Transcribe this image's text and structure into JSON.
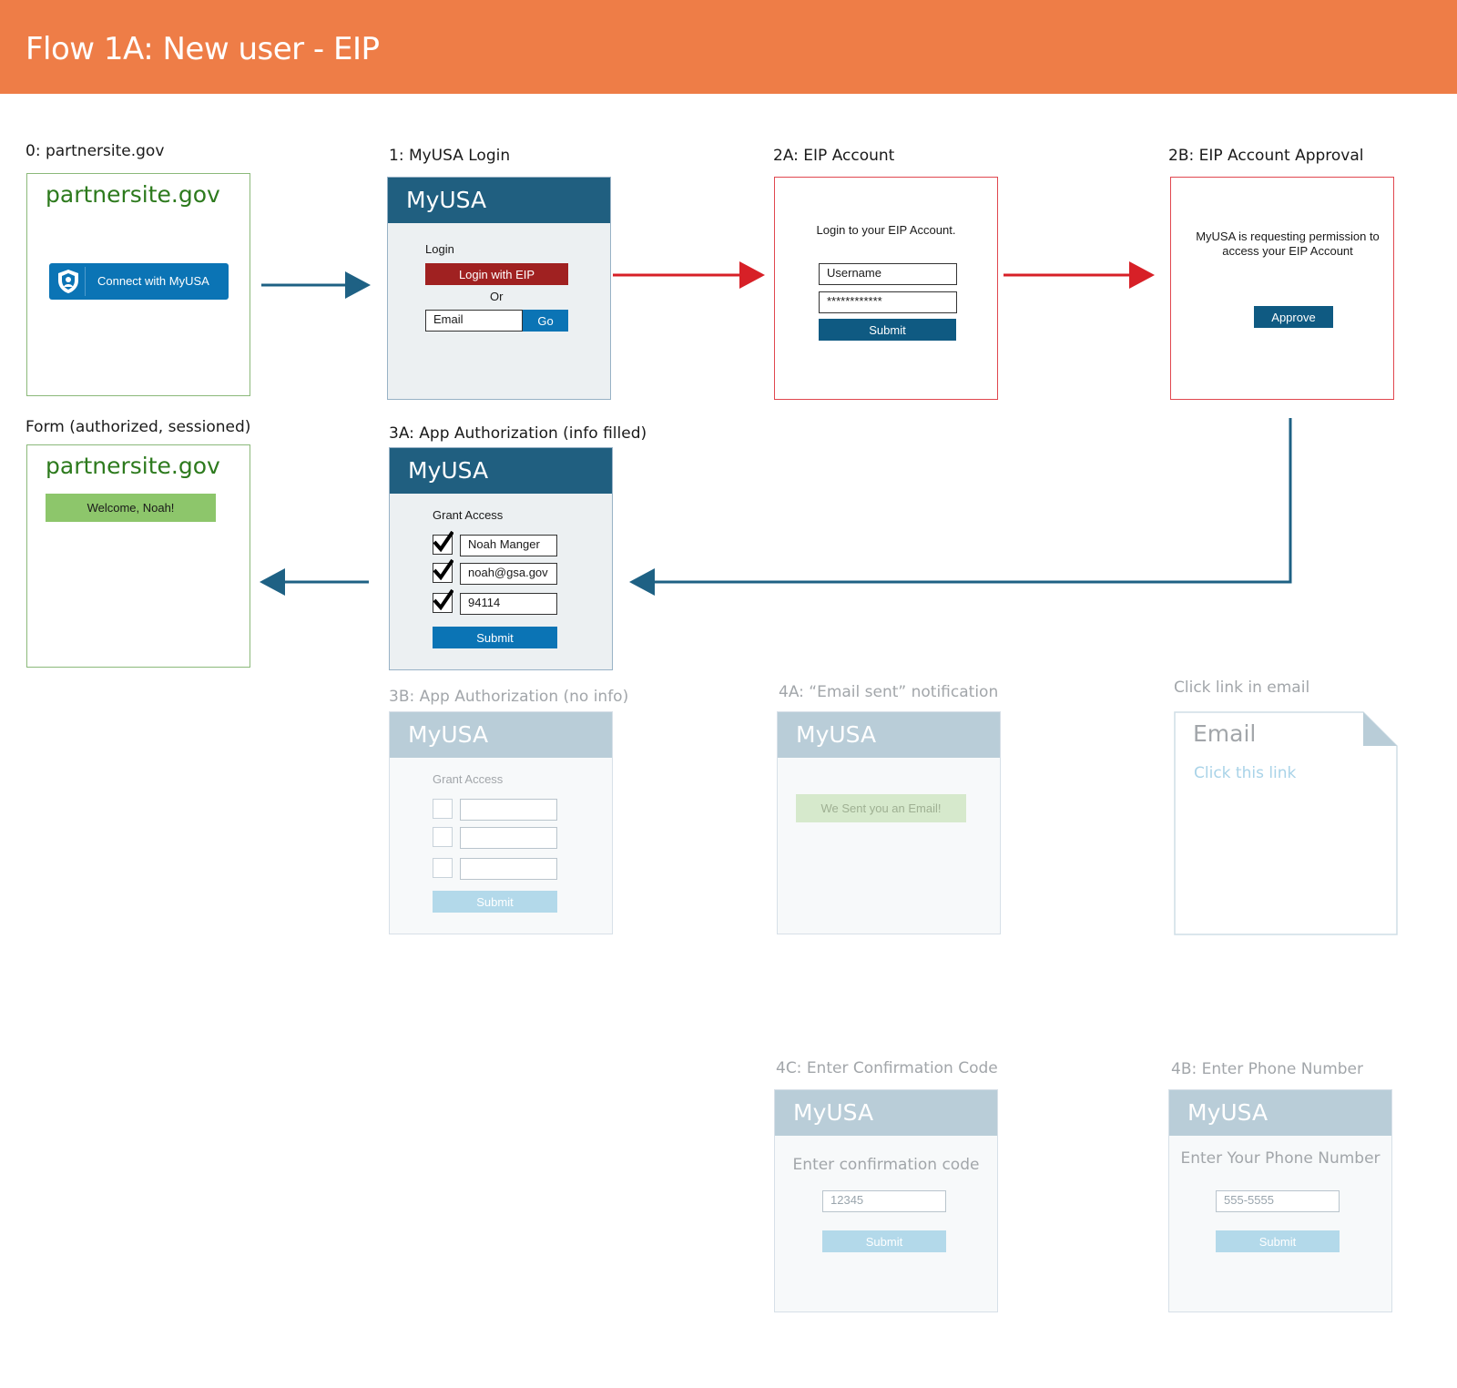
{
  "header": {
    "title": "Flow 1A: New user - EIP"
  },
  "colors": {
    "header_bg": "#ee7d47",
    "myusa_bar": "#205f80",
    "arrow_blue": "#1e6184",
    "arrow_red": "#d72027",
    "partner_green": "#2d7a1d"
  },
  "steps": {
    "s0": {
      "label": "0: partnersite.gov",
      "site": "partnersite.gov",
      "connect_button": "Connect with MyUSA",
      "icon": "shield-icon"
    },
    "s1": {
      "label": "1: MyUSA Login",
      "brand": "MyUSA",
      "login_heading": "Login",
      "eip_button": "Login with EIP",
      "or_text": "Or",
      "email_value": "Email",
      "go_button": "Go"
    },
    "s2a": {
      "label": "2A: EIP Account",
      "prompt": "Login to your EIP Account.",
      "username_value": "Username",
      "password_value": "************",
      "submit_button": "Submit"
    },
    "s2b": {
      "label": "2B: EIP Account Approval",
      "message_line1": "MyUSA is requesting permission to",
      "message_line2": "access your EIP Account",
      "approve_button": "Approve"
    },
    "form": {
      "label": "Form (authorized, sessioned)",
      "site": "partnersite.gov",
      "welcome": "Welcome, Noah!"
    },
    "s3a": {
      "label": "3A: App Authorization (info filled)",
      "brand": "MyUSA",
      "grant_heading": "Grant Access",
      "fields": [
        "Noah Manger",
        "noah@gsa.gov",
        "94114"
      ],
      "submit_button": "Submit"
    },
    "s3b": {
      "label": "3B: App Authorization (no info)",
      "brand": "MyUSA",
      "grant_heading": "Grant Access",
      "submit_button": "Submit"
    },
    "s4a": {
      "label": "4A: “Email sent” notification",
      "brand": "MyUSA",
      "notice": "We Sent you an Email!"
    },
    "email": {
      "label": "Click link in email",
      "title": "Email",
      "link": "Click this link"
    },
    "s4c": {
      "label": "4C: Enter Confirmation Code",
      "brand": "MyUSA",
      "prompt": "Enter confirmation code",
      "code_value": "12345",
      "submit_button": "Submit"
    },
    "s4b": {
      "label": "4B: Enter Phone Number",
      "brand": "MyUSA",
      "prompt": "Enter Your Phone Number",
      "phone_value": "555-5555",
      "submit_button": "Submit"
    }
  }
}
